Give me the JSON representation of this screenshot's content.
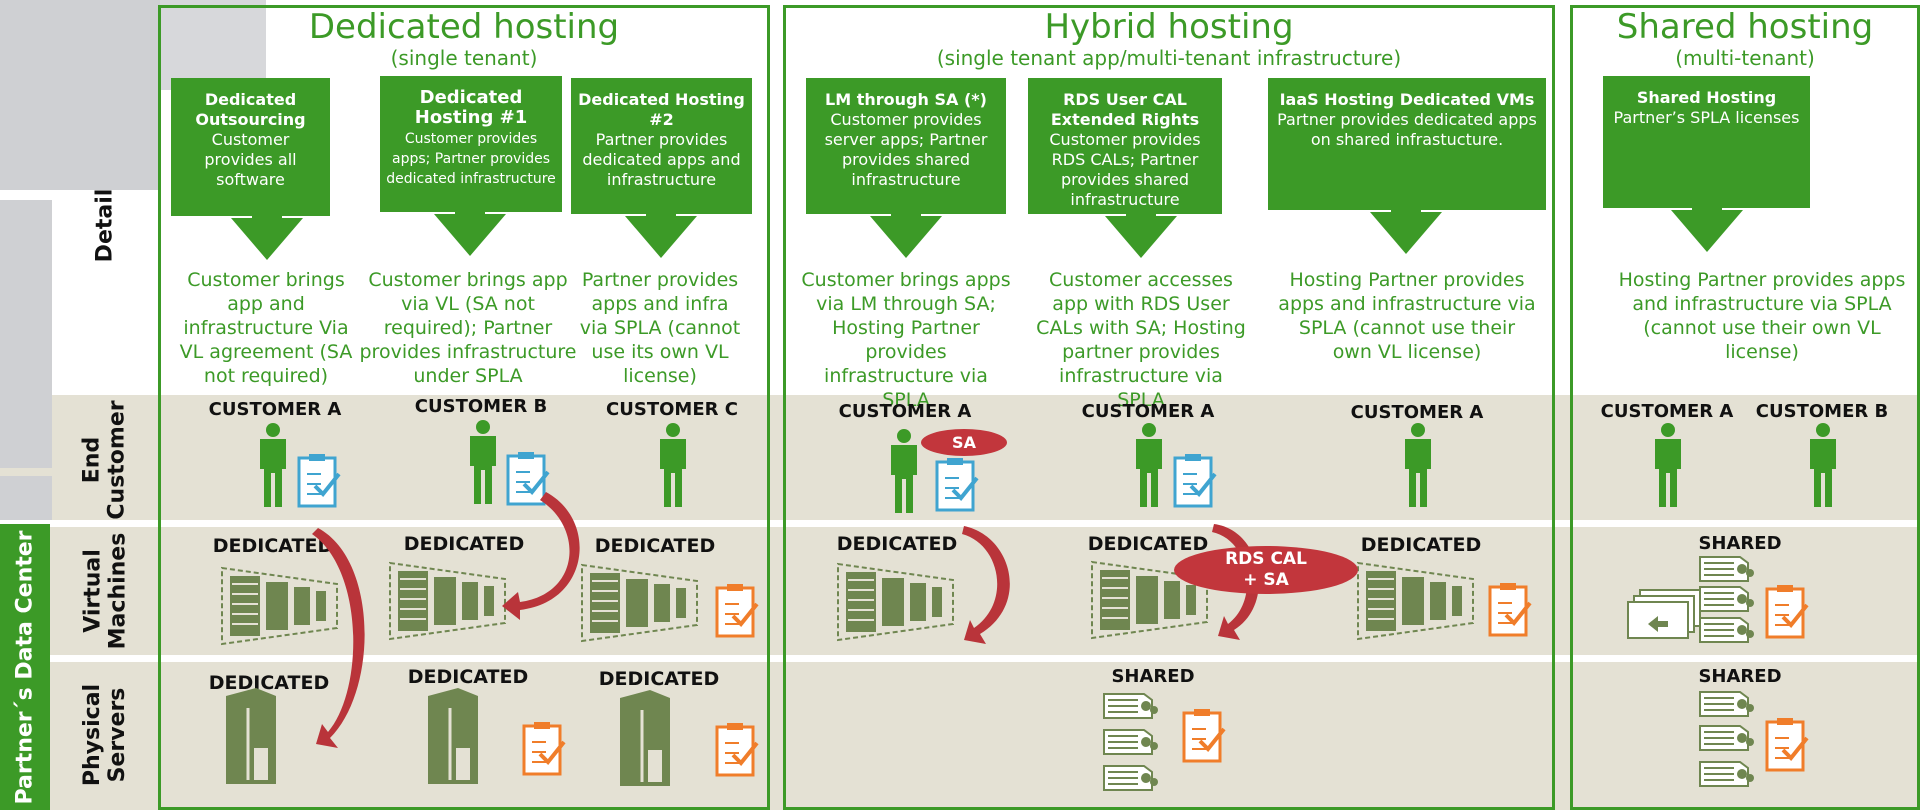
{
  "row_labels": {
    "detail": "Detail",
    "end_customer": "End\nCustomer",
    "virtual_machines": "Virtual\nMachines",
    "physical_servers": "Physical\nServers",
    "data_center": "Partner´s Data Center"
  },
  "panels": {
    "dedicated": {
      "title": "Dedicated hosting",
      "subtitle": "(single tenant)"
    },
    "hybrid": {
      "title": "Hybrid hosting",
      "subtitle": "(single tenant app/multi-tenant infrastructure)"
    },
    "shared": {
      "title": "Shared hosting",
      "subtitle": "(multi-tenant)"
    }
  },
  "boxes": [
    {
      "title": "Dedicated Outsourcing",
      "body": "Customer provides all software"
    },
    {
      "title": "Dedicated Hosting #1",
      "body": "Customer provides apps; Partner provides dedicated infrastructure"
    },
    {
      "title": "Dedicated Hosting #2",
      "body": "Partner provides dedicated apps and infrastructure"
    },
    {
      "title": "LM through SA (*)",
      "body": "Customer provides server apps; Partner provides shared infrastructure"
    },
    {
      "title": "RDS User CAL Extended Rights",
      "body": "Customer provides RDS CALs; Partner provides shared infrastructure"
    },
    {
      "title": "IaaS Hosting Dedicated VMs",
      "body": "Partner provides dedicated apps on shared infrastucture."
    },
    {
      "title": "Shared Hosting",
      "body": "Partner’s SPLA licenses"
    }
  ],
  "descriptions": [
    "Customer brings app and infrastructure Via VL agreement (SA not required)",
    "Customer brings app via VL (SA not required); Partner provides infrastructure under SPLA",
    "Partner provides apps and infra via SPLA (cannot use its own VL license)",
    "Customer brings apps via LM through SA; Hosting Partner provides infrastructure via SPLA",
    "Customer accesses app with RDS User CALs with SA; Hosting partner provides infrastructure via SPLA",
    "Hosting Partner provides apps and infrastructure via SPLA (cannot use their own VL license)",
    "Hosting Partner provides apps and infrastructure via SPLA (cannot  use their own VL license)"
  ],
  "customers": [
    "CUSTOMER A",
    "CUSTOMER B",
    "CUSTOMER C",
    "CUSTOMER  A",
    "CUSTOMER  A",
    "CUSTOMER  A",
    "CUSTOMER A",
    "CUSTOMER  B"
  ],
  "vm_labels": [
    "DEDICATED",
    "DEDICATED",
    "DEDICATED",
    "DEDICATED",
    "DEDICATED",
    "DEDICATED",
    "SHARED"
  ],
  "server_labels": [
    "DEDICATED",
    "DEDICATED",
    "DEDICATED",
    "SHARED",
    "SHARED"
  ],
  "badges": {
    "sa": "SA",
    "rds_line1": "RDS CAL",
    "rds_line2": "+ SA"
  },
  "colors": {
    "green": "#3c9a27",
    "band": "#e4e1d4",
    "server": "#6f8650",
    "license_blue": "#3fa4d0",
    "license_orange": "#f07d2a",
    "red_arrow": "#b9343a"
  },
  "icons": {
    "person": "person-icon",
    "license": "license-checklist-icon",
    "server_rack": "server-rack-icon",
    "tower": "tower-server-icon",
    "shared_server": "shared-server-icon",
    "arrow": "curved-arrow-icon"
  }
}
